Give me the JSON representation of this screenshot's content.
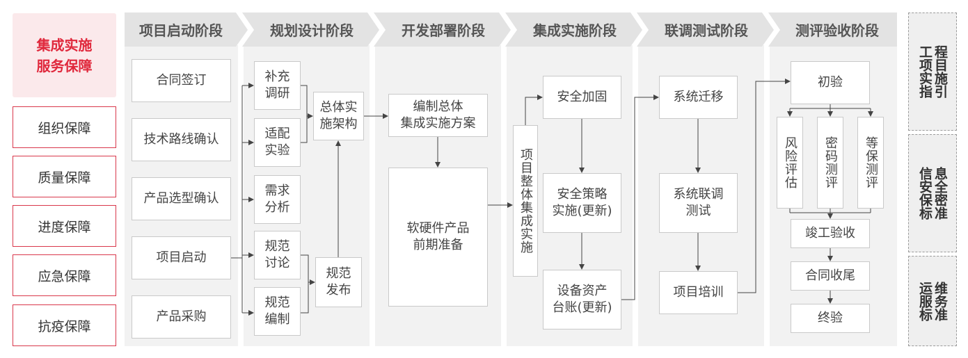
{
  "left": {
    "title_line1": "集成实施",
    "title_line2": "服务保障",
    "items": [
      "组织保障",
      "质量保障",
      "进度保障",
      "应急保障",
      "抗疫保障"
    ]
  },
  "phases": [
    "项目启动阶段",
    "规划设计阶段",
    "开发部署阶段",
    "集成实施阶段",
    "联调测试阶段",
    "测评验收阶段"
  ],
  "col1": [
    "合同签订",
    "技术路线确认",
    "产品选型确认",
    "项目启动",
    "产品采购"
  ],
  "col2": {
    "bc1": "补充",
    "bc2": "调研",
    "sp1": "适配",
    "sp2": "实验",
    "xq1": "需求",
    "xq2": "分析",
    "gt1": "规范",
    "gt2": "讨论",
    "bz1": "规范",
    "bz2": "编制",
    "zt1": "总体实",
    "zt2": "施架构",
    "fb1": "规范",
    "fb2": "发布"
  },
  "col3": {
    "plan1": "编制总体",
    "plan2": "集成实施方案",
    "prep1": "软硬件产品",
    "prep2": "前期准备"
  },
  "col4": {
    "vertical": "项目整体集成实施",
    "harden": "安全加固",
    "policy1": "安全策略",
    "policy2": "实施(更新)",
    "ledger1": "设备资产",
    "ledger2": "台账(更新)"
  },
  "col5": {
    "migrate": "系统迁移",
    "joint1": "系统联调",
    "joint2": "测试",
    "train": "项目培训"
  },
  "col6": {
    "initial": "初验",
    "risk": "风险评估",
    "crypto": "密码测评",
    "dengbao": "等保测评",
    "completion": "竣工验收",
    "closeout": "合同收尾",
    "final": "终验"
  },
  "right": [
    {
      "col1": "工项实指",
      "col2": "程目施引"
    },
    {
      "col1": "信安保标",
      "col2": "息全密准"
    },
    {
      "col1": "运服标",
      "col2": "维务准"
    }
  ],
  "colors": {
    "accent": "#e0283c",
    "header_bg": "#e3e3e3",
    "column_bg": "#f2f2f2"
  }
}
